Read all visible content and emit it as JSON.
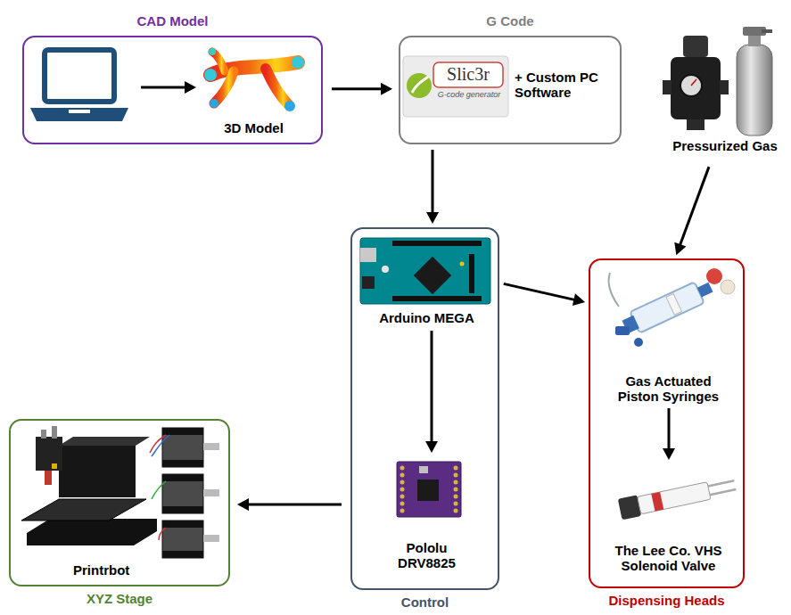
{
  "diagram": {
    "nodes": [
      {
        "text": [
          "CAD Model"
        ]
      },
      {
        "text": [
          "3D Model"
        ],
        "in": 0
      },
      {
        "text": [
          "G Code",
          "+ Custom PC Software"
        ]
      },
      {
        "text": [
          "Pressurized Gas"
        ]
      },
      {
        "text": [
          "Control"
        ]
      },
      {
        "text": [
          "Arduino MEGA"
        ],
        "in": 4
      },
      {
        "text": [
          "Pololu DRV8825"
        ],
        "in": 4
      },
      {
        "text": [
          "Dispensing Heads"
        ]
      },
      {
        "text": [
          "Gas Actuated Piston Syringes"
        ],
        "in": 7
      },
      {
        "text": [
          "The Lee Co. VHS Solenoid Valve"
        ],
        "in": 7
      },
      {
        "text": [
          "XYZ Stage",
          "Printrbot"
        ]
      }
    ],
    "edges": [
      {
        "from": 0,
        "to": 2,
        "arrow": "to"
      },
      {
        "from": 2,
        "to": 4,
        "arrow": "to"
      },
      {
        "from": 3,
        "to": 7,
        "arrow": "to"
      },
      {
        "from": 5,
        "to": 7,
        "arrow": "to"
      },
      {
        "from": 5,
        "to": 6,
        "arrow": "to"
      },
      {
        "from": 4,
        "to": 10,
        "arrow": "to"
      },
      {
        "from": 8,
        "to": 9,
        "arrow": "to"
      }
    ],
    "labels": [
      "Slic3r",
      "G-code generator"
    ]
  }
}
